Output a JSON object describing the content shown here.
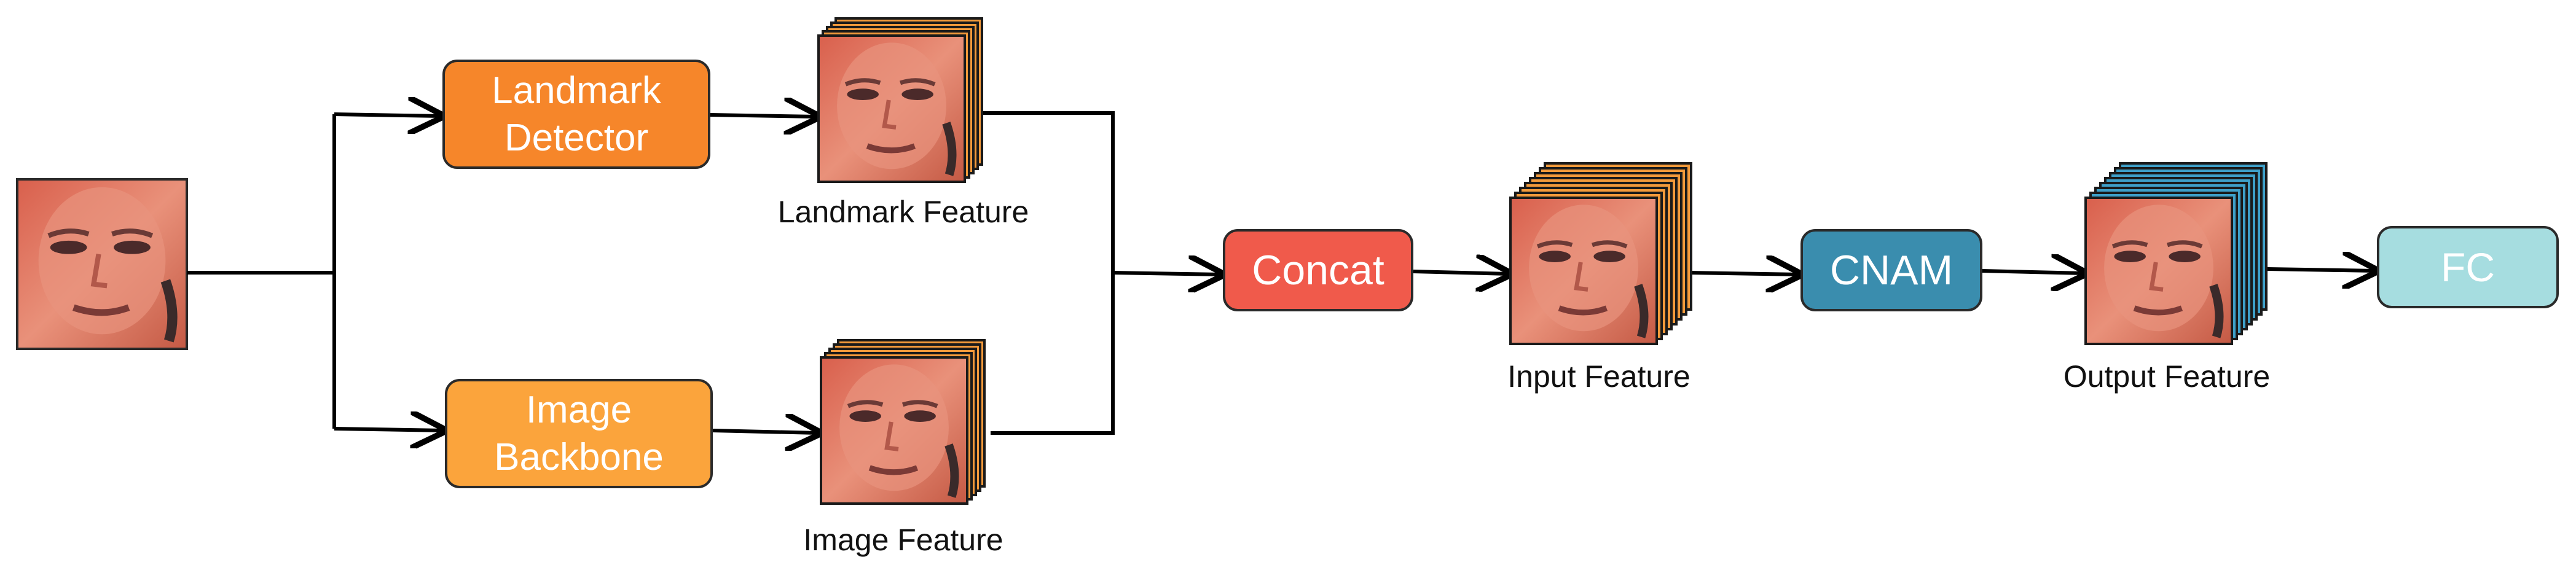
{
  "colors": {
    "landmark_detector": "#f6862a",
    "image_backbone": "#fba43c",
    "concat": "#f05a4b",
    "cnam": "#3a8dae",
    "fc": "#a6dde0",
    "stack_orange": "#f39a3b",
    "stack_blue": "#3ea0c9",
    "face_skin": "#e7836e",
    "line": "#000000"
  },
  "blocks": {
    "landmark_detector": "Landmark\nDetector",
    "image_backbone": "Image\nBackbone",
    "concat": "Concat",
    "cnam": "CNAM",
    "fc": "FC"
  },
  "labels": {
    "landmark_feature": "Landmark Feature",
    "image_feature": "Image Feature",
    "input_feature": "Input Feature",
    "output_feature": "Output Feature"
  },
  "icons": [
    "face-image-icon",
    "feature-stack-icon"
  ]
}
